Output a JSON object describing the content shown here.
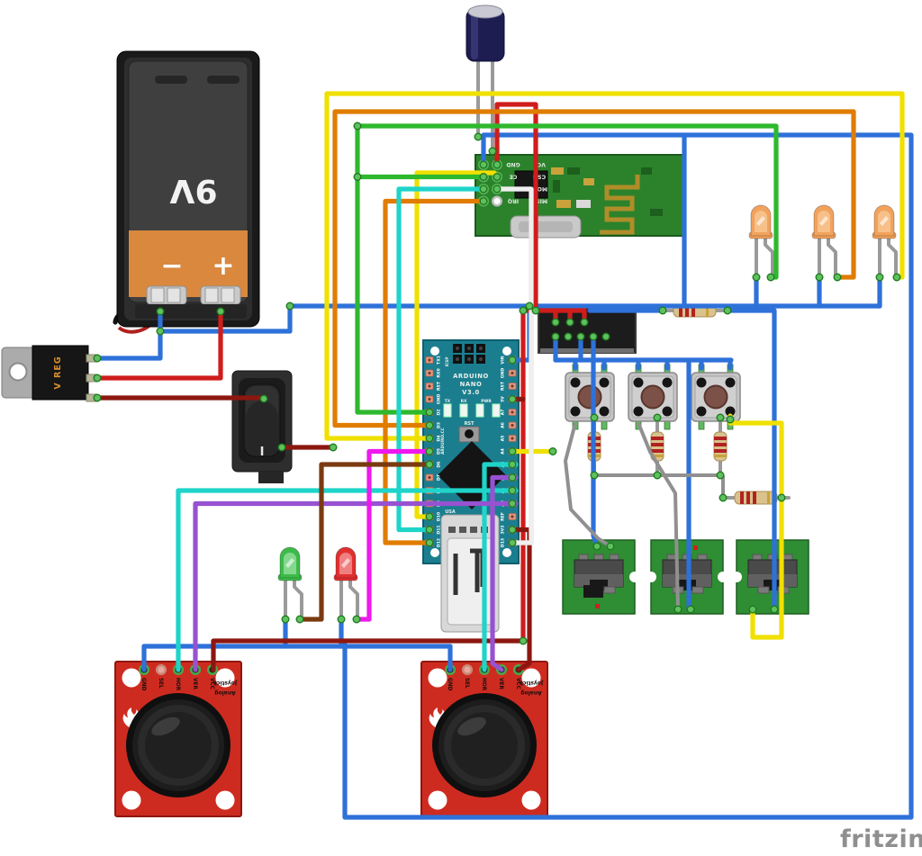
{
  "watermark": "fritzing",
  "battery": {
    "label": "9V",
    "minus": "−",
    "plus": "+"
  },
  "vreg": {
    "label": "V REG"
  },
  "power_switch": {
    "on_label": "I"
  },
  "nano": {
    "title": [
      "ARDUINO",
      "NANO",
      "V3.0"
    ],
    "brand": "ARDUINO.CC",
    "icsp_label": "ICSP",
    "usb_label": "USA",
    "reset_label": "RST",
    "status_leds": [
      "TX",
      "RX",
      "PWR"
    ],
    "left_pins": [
      "TX1",
      "RX0",
      "RST",
      "GND",
      "D2",
      "D3",
      "D4",
      "D5",
      "D6",
      "D7",
      "D8",
      "D9",
      "D10",
      "D11",
      "D12"
    ],
    "right_pins": [
      "VIN",
      "GND",
      "RST",
      "5V",
      "A7",
      "A6",
      "A5",
      "A4",
      "A3",
      "A2",
      "A1",
      "A0",
      "REF",
      "3V3",
      "D13"
    ]
  },
  "nrf": {
    "pin_rows": [
      [
        "GND",
        "VCC"
      ],
      [
        "CE",
        "CSN"
      ],
      [
        "SCK",
        "MOSI"
      ],
      [
        "IRQ",
        "MISO"
      ]
    ]
  },
  "joystick": {
    "pins": [
      "GND",
      "SEL",
      "HOR",
      "VER",
      "VCC"
    ],
    "label": [
      "Analog",
      "Joystick"
    ]
  },
  "wire_colors": {
    "red": "#cf1d1c",
    "dark_red": "#8c1710",
    "blue": "#2e71d9",
    "yellow": "#f0e000",
    "orange": "#e07c00",
    "green": "#2eb82e",
    "cyan": "#1fd4c9",
    "magenta": "#ee18ee",
    "purple": "#9752d1",
    "brown": "#7a3a10",
    "gray": "#909090",
    "white": "#efefef"
  },
  "board_colors": {
    "nano_teal": "#1b7e8f",
    "pcb_green": "#2e8b2e",
    "joystick_red": "#ce2b20"
  }
}
